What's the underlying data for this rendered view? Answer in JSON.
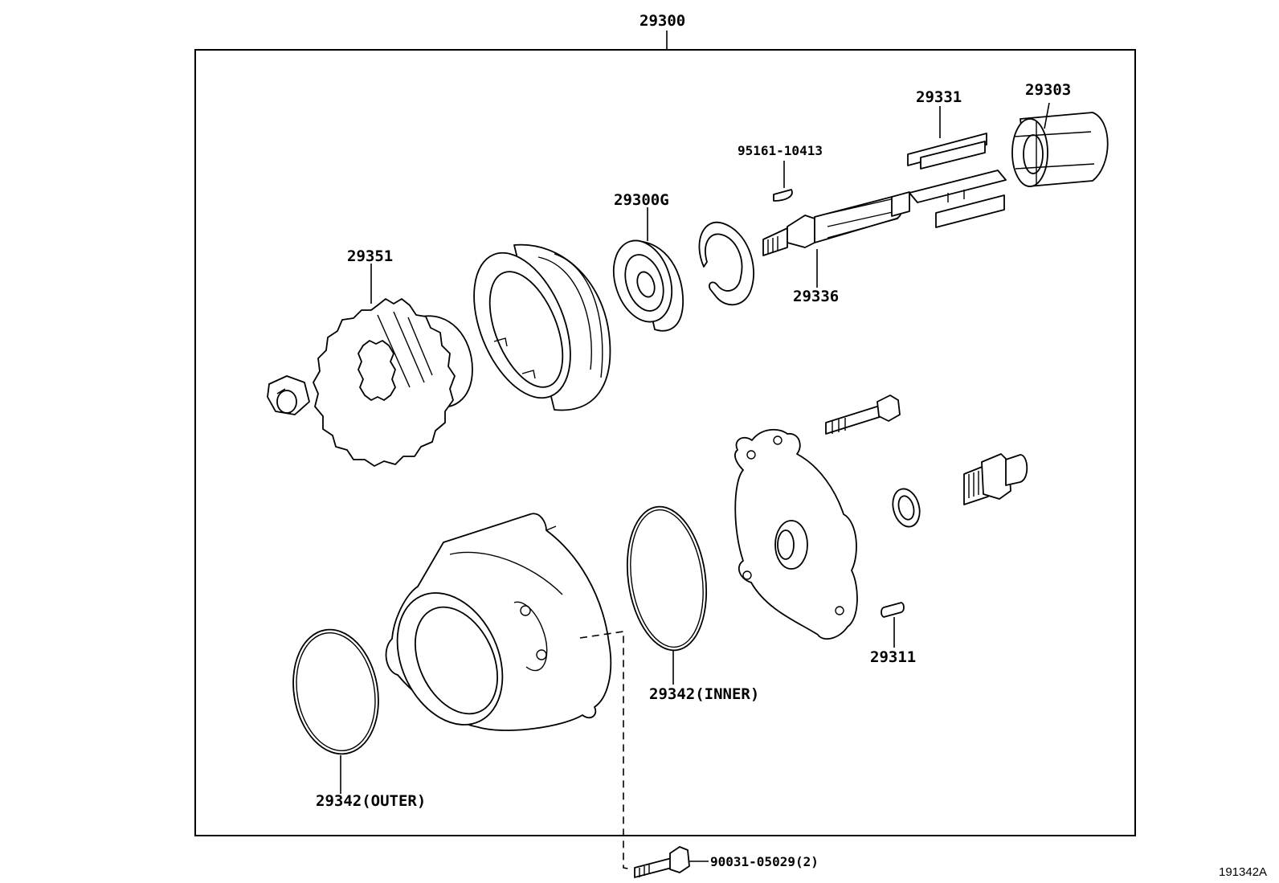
{
  "diagram": {
    "assembly_number": "29300",
    "figure_code": "191342A",
    "parts": {
      "p29351": "29351",
      "p29300g": "29300G",
      "p95161": "95161-10413",
      "p29331": "29331",
      "p29303": "29303",
      "p29336": "29336",
      "p29311": "29311",
      "p29342_inner": "29342(INNER)",
      "p29342_outer": "29342(OUTER)",
      "p90031": "90031-05029(2)"
    }
  }
}
